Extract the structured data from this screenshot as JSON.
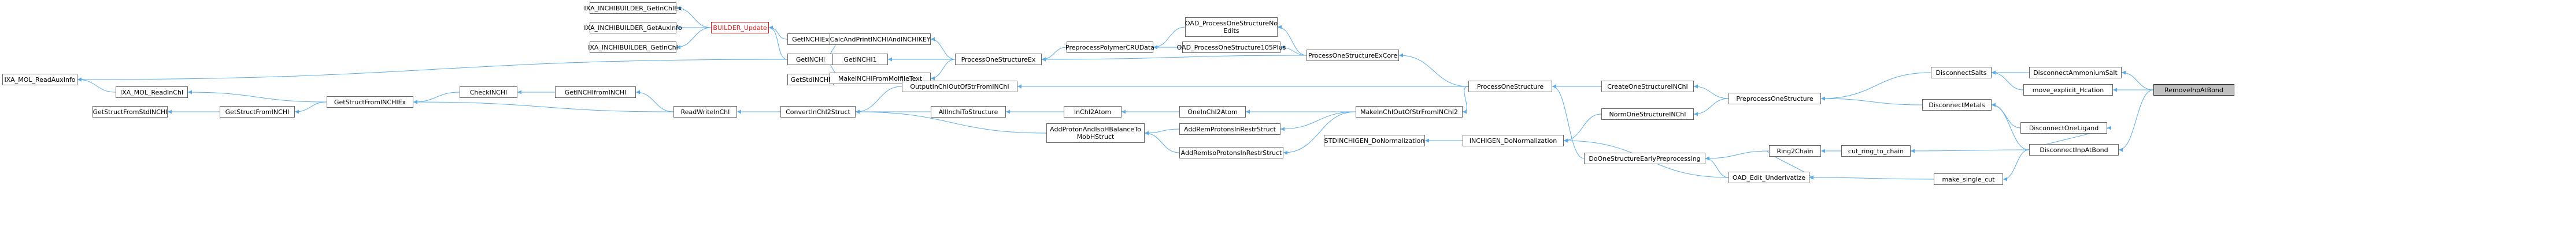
{
  "colors": {
    "edge": "#5aabe6",
    "border": "#666666",
    "highlight": "#e31a1c",
    "root_fill": "#bfbfbf"
  },
  "nodes": {
    "ixa_inchibuilder_getinchiex": "IXA_INCHIBUILDER_GetInChIEx",
    "ixa_inchibuilder_getauxinfo": "IXA_INCHIBUILDER_GetAuxInfo",
    "ixa_inchibuilder_getinchi": "IXA_INCHIBUILDER_GetInChI",
    "builder_update": "BUILDER_Update",
    "getinchiex": "GetINCHIEx",
    "getinchi": "GetINCHI",
    "getinchi1": "GetINCHI1",
    "getstdinchi": "GetStdINCHI",
    "calcandprintinchiandinchikey": "CalcAndPrintINCHIAndINCHIKEY",
    "makeinchifrommolfiletext": "MakeINCHIFromMolfileText",
    "processonestructureex": "ProcessOneStructureEx",
    "preprocesspolymercrudata": "PreprocessPolymerCRUData",
    "oad_processonestructurenoedits": "OAD_ProcessOneStructureNo Edits",
    "oad_processonestructure105plus": "OAD_ProcessOneStructure105Plus",
    "processonestructureexcore": "ProcessOneStructureExCore",
    "ixa_mol_readauxinfo": "IXA_MOL_ReadAuxInfo",
    "ixa_mol_readinchi": "IXA_MOL_ReadInChI",
    "getstructfrominchiex": "GetStructFromINCHIEx",
    "checkinchi": "CheckINCHI",
    "getinchifrominchi": "GetINCHIfromINCHI",
    "getstructfromstdinchi": "GetStructFromStdINCHI",
    "getstructfrominchi": "GetStructFromINCHI",
    "readwriteinchi": "ReadWriteInChI",
    "outputinchioutofstrfrominchi": "OutputInChIOutOfStrFromINChI",
    "convertinchi2struct": "ConvertInChI2Struct",
    "allinchitostructure": "AllInchiToStructure",
    "inchi2atom": "InChI2Atom",
    "oneinchi2atom": "OneInChI2Atom",
    "makeinchioutofstrfrominchi2": "MakeInChIOutOfStrFromINChI2",
    "addprotonandisomebalanceto": "AddProtonAndIsoHBalanceTo MobHStruct",
    "addremprotonsinrestrstruct": "AddRemProtonsInRestrStruct",
    "addremisoprotonsinrestrstruct": "AddRemIsoProtonsInRestrStruct",
    "stdinchigen_donormalization": "STDINCHIGEN_DoNormalization",
    "inchigen_donormalization": "INCHIGEN_DoNormalization",
    "processonestructure": "ProcessOneStructure",
    "createonestructureinchi": "CreateOneStructureINChI",
    "normonestructureinchi": "NormOneStructureINChI",
    "preprocessonestructure": "PreprocessOneStructure",
    "doonestructureearlypreprocessing": "DoOneStructureEarlyPreprocessing",
    "oad_edit_underivatize": "OAD_Edit_Underivatize",
    "ring2chain": "Ring2Chain",
    "cut_ring_to_chain": "cut_ring_to_chain",
    "make_single_cut": "make_single_cut",
    "disconnectsalts": "DisconnectSalts",
    "disconnectammoniumsalt": "DisconnectAmmoniumSalt",
    "move_explicit_hcation": "move_explicit_Hcation",
    "disconnectmetals": "DisconnectMetals",
    "disconnectoneligand": "DisconnectOneLigand",
    "disconnectinpatbond": "DisconnectInpAtBond",
    "removeinpatbond": "RemoveInpAtBond"
  }
}
